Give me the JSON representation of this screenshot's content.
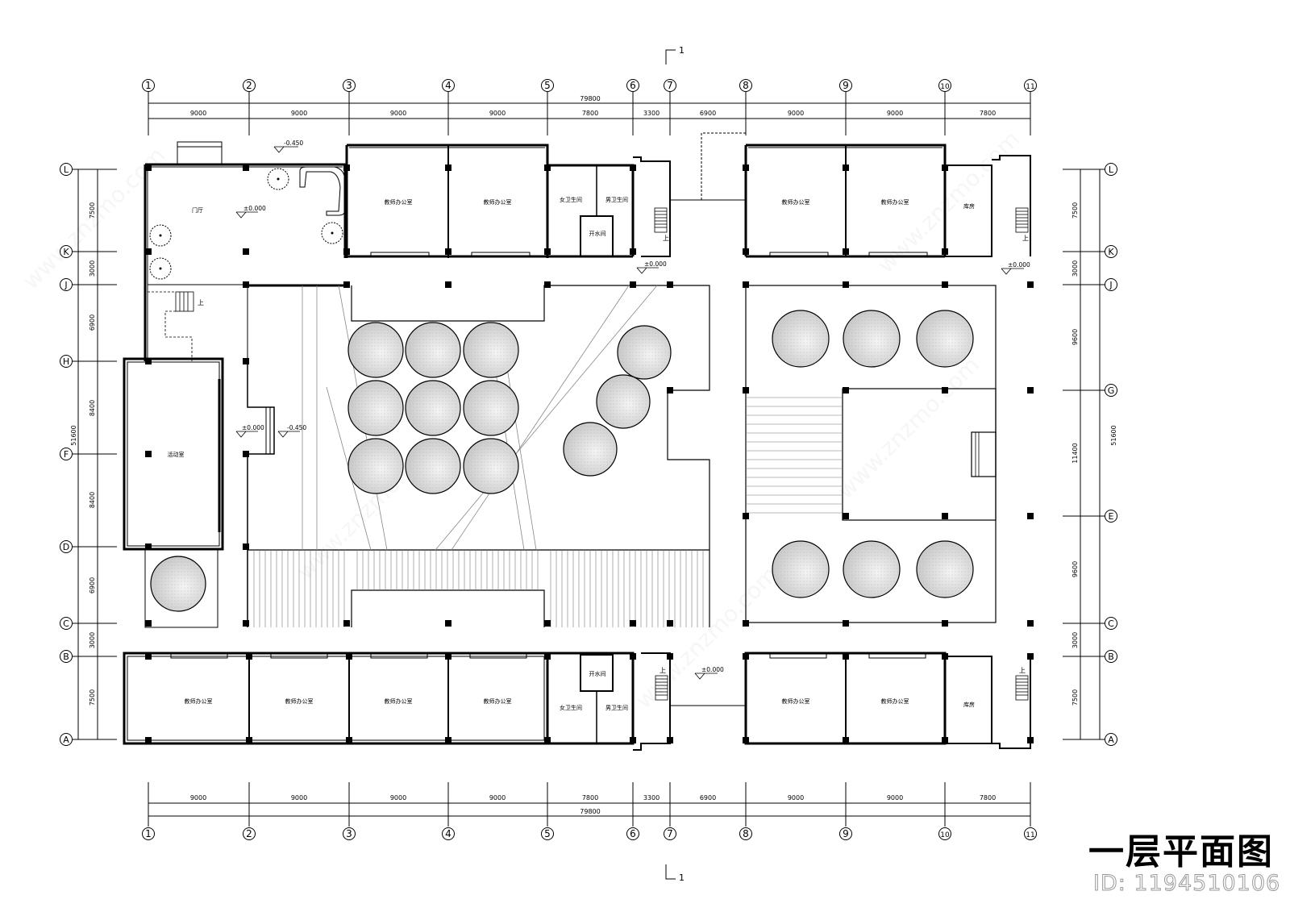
{
  "drawing": {
    "title": "一层平面图",
    "id_label": "ID: 1194510106",
    "section_mark_top": "1",
    "section_mark_bottom": "1"
  },
  "axes": {
    "columns": [
      "1",
      "2",
      "3",
      "4",
      "5",
      "6",
      "7",
      "8",
      "9",
      "10",
      "11"
    ],
    "rows": [
      "L",
      "K",
      "J",
      "H",
      "G",
      "F",
      "E",
      "D",
      "C",
      "B",
      "A"
    ]
  },
  "dimensions": {
    "top_segments": [
      "9000",
      "9000",
      "9000",
      "9000",
      "7800",
      "3300",
      "6900",
      "9000",
      "9000",
      "7800"
    ],
    "top_total": "79800",
    "bottom_segments": [
      "9000",
      "9000",
      "9000",
      "9000",
      "7800",
      "3300",
      "6900",
      "9000",
      "9000",
      "7800"
    ],
    "bottom_total": "79800",
    "left_segments": [
      "7500",
      "3000",
      "6900",
      "8400",
      "8400",
      "6900",
      "3000",
      "7500"
    ],
    "left_total": "51600",
    "right_segments": [
      "7500",
      "3000",
      "9600",
      "11400",
      "9600",
      "3000",
      "7500"
    ],
    "right_total": "51600"
  },
  "elevations": {
    "entry_outside": "-0.450",
    "lobby": "±0.000",
    "corridor_top": "±0.000",
    "corridor_top_right": "±0.000",
    "west_corridor": "±0.000",
    "courtyard": "-0.450",
    "corridor_bottom": "±0.000"
  },
  "rooms": {
    "lobby": "门厅",
    "activity_room": "活动室",
    "office": "教师办公室",
    "womens_wc": "女卫生间",
    "mens_wc": "男卫生间",
    "water_room": "开水间",
    "storage": "库房",
    "stair_up": "上"
  }
}
